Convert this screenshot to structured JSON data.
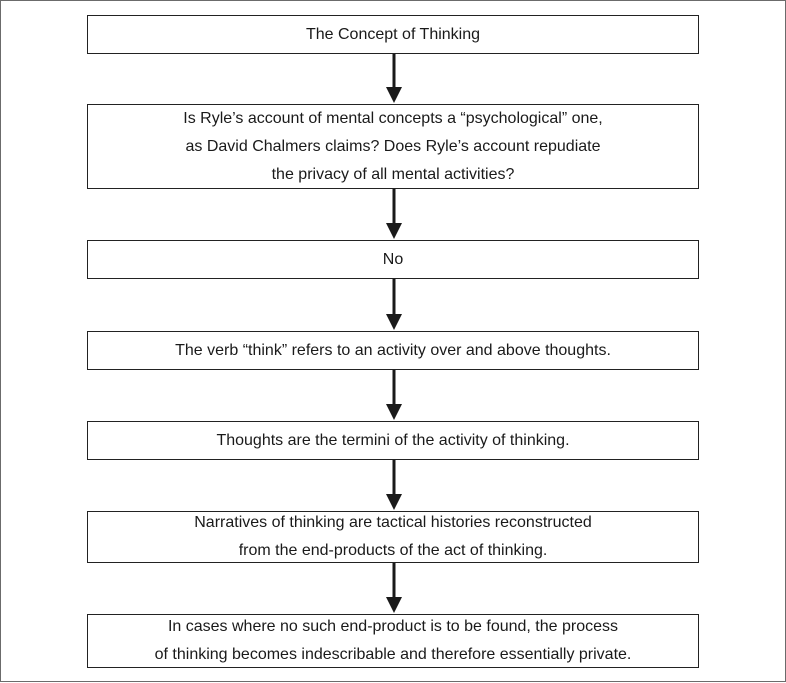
{
  "steps": [
    {
      "lines": [
        "The Concept of Thinking"
      ]
    },
    {
      "lines": [
        "Is Ryle’s account of mental concepts a “psychological” one,",
        "as David Chalmers claims? Does Ryle’s account repudiate",
        "the privacy of all mental activities?"
      ]
    },
    {
      "lines": [
        "No"
      ]
    },
    {
      "lines": [
        "The verb “think” refers to an activity over and above thoughts."
      ]
    },
    {
      "lines": [
        "Thoughts are the termini of the activity of thinking."
      ]
    },
    {
      "lines": [
        "Narratives of thinking are tactical histories reconstructed",
        "from the end-products of the act of thinking."
      ]
    },
    {
      "lines": [
        "In cases where no such end-product is to be found, the process",
        "of thinking becomes indescribable and therefore essentially private."
      ]
    }
  ],
  "colors": {
    "border": "#222222",
    "arrow": "#1a1a1a",
    "text": "#1a1a1a"
  }
}
